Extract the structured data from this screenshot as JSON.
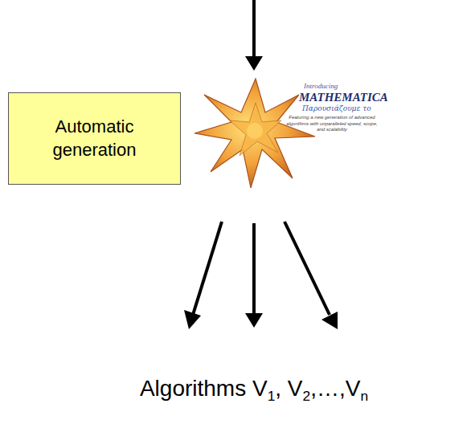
{
  "diagram": {
    "nodes": [
      {
        "text": [
          "Automatic generation"
        ]
      }
    ],
    "labels": [
      "Introducing",
      "MATHEMATICA",
      "Παρουσιάζουμε το",
      "Featuring a new generation of advanced algorithms with unparalleled speed, scope, and scalability",
      "Algorithms V1, V2,…,Vn"
    ]
  }
}
